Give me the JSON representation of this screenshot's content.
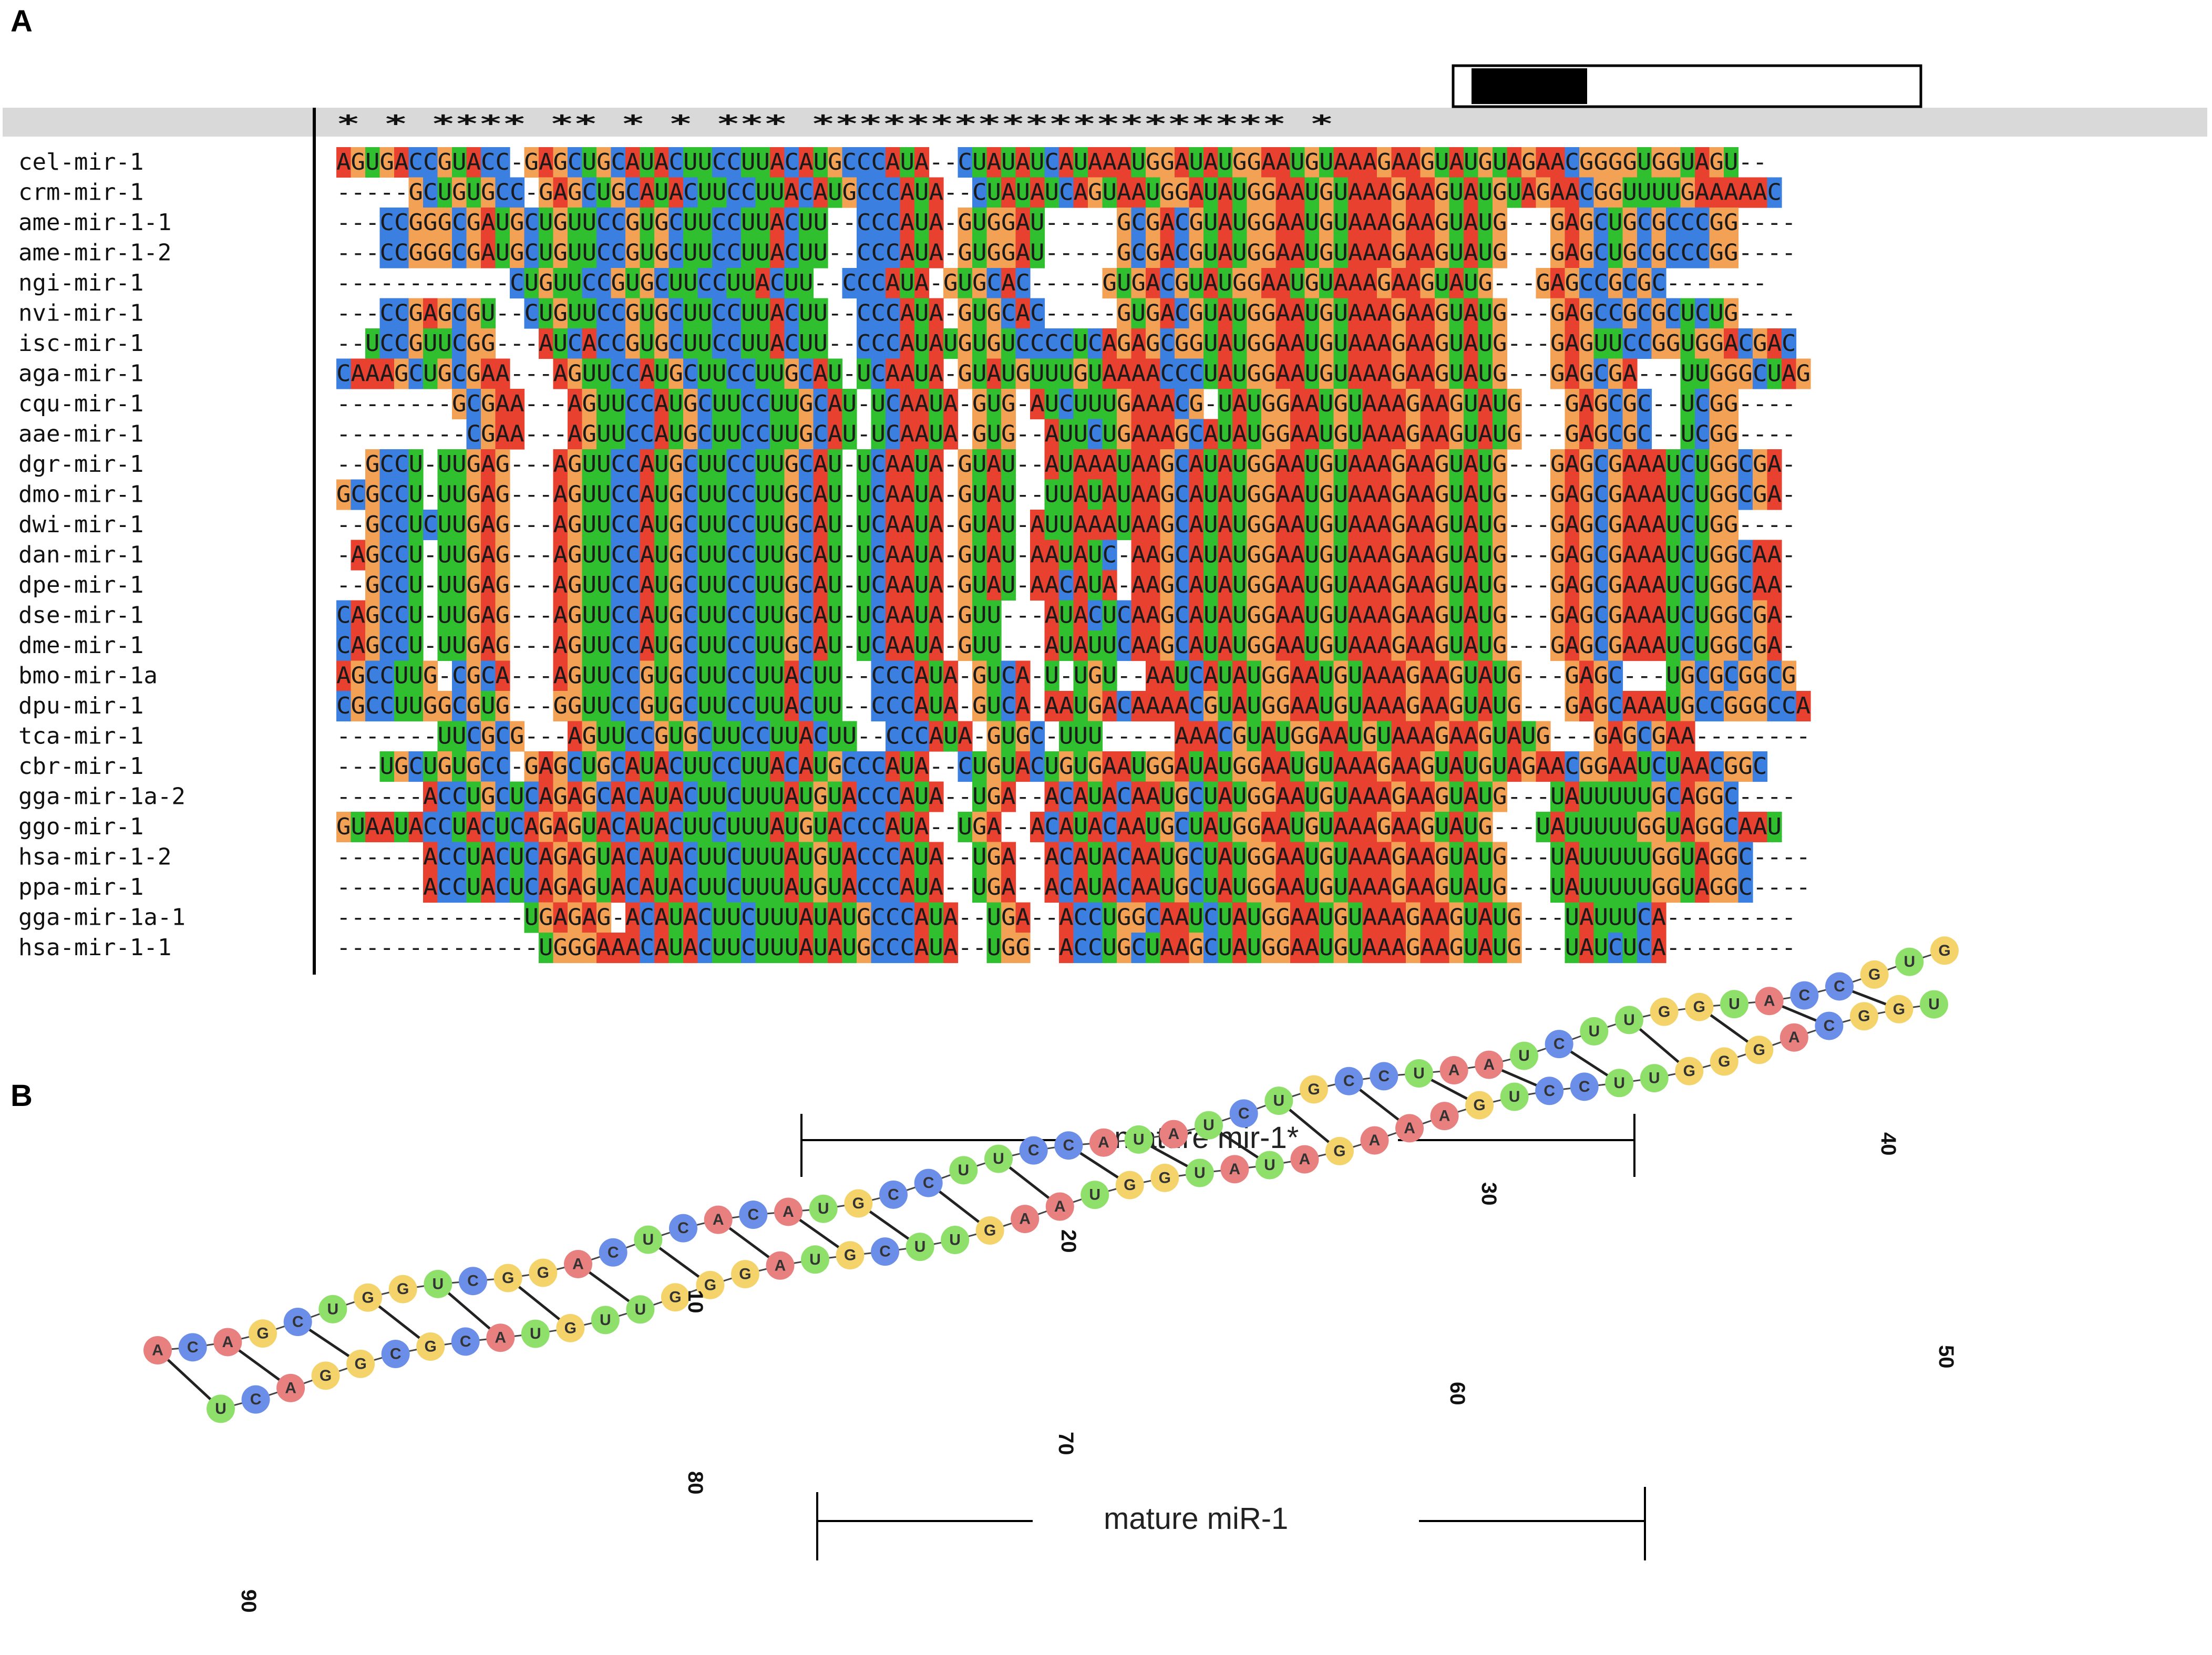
{
  "panel_a": {
    "label": "A",
    "conservation": "           * * **** **   *  * ***           ********************    *",
    "sequences": [
      {
        "name": "cel-mir-1",
        "seq": "AGUGACCGUACC-GAGCUGCAUACUUCCUUACAUGCCCAUA--CUAUAUCAUAAAUGGAUAUGGAAUGUAAAGAAGUAUGUAGAACGGGGUGGUAGU--"
      },
      {
        "name": "crm-mir-1",
        "seq": "-----GCUGUGCC-GAGCUGCAUACUUCCUUACAUGCCCAUA--CUAUAUCAGUAAUGGAUAUGGAAUGUAAAGAAGUAUGUAGAACGGUUUUGAAAAAC"
      },
      {
        "name": "ame-mir-1-1",
        "seq": "---CCGGGCGAUGCUGUUCCGUGCUUCCUUACUU--CCCAUA-GUGGAU-----GCGACGUAUGGAAUGUAAAGAAGUAUG---GAGCUGCGCCCGG----"
      },
      {
        "name": "ame-mir-1-2",
        "seq": "---CCGGGCGAUGCUGUUCCGUGCUUCCUUACUU--CCCAUA-GUGGAU-----GCGACGUAUGGAAUGUAAAGAAGUAUG---GAGCUGCGCCCGG----"
      },
      {
        "name": "ngi-mir-1",
        "seq": "------------CUGUUCCGUGCUUCCUUACUU--CCCAUA-GUGCAC-----GUGACGUAUGGAAUGUAAAGAAGUAUG---GAGCCGCGC-------"
      },
      {
        "name": "nvi-mir-1",
        "seq": "---CCGAGCGU--CUGUUCCGUGCUUCCUUACUU--CCCAUA-GUGCAC-----GUGACGUAUGGAAUGUAAAGAAGUAUG---GAGCCGCGCUCUG----"
      },
      {
        "name": "isc-mir-1",
        "seq": "--UCCGUUCGG---AUCACCGUGCUUCCUUACUU--CCCAUAUGUGUCCCCUCAGAGCGGUAUGGAAUGUAAAGAAGUAUG---GAGUUCCGGUGGACGAC"
      },
      {
        "name": "aga-mir-1",
        "seq": "CAAAGCUGCGAA---AGUUCCAUGCUUCCUUGCAU-UCAAUA-GUAUGUUUGUAAAACCCUAUGGAAUGUAAAGAAGUAUG---GAGCGA---UUGGGCUAG"
      },
      {
        "name": "cqu-mir-1",
        "seq": "--------GCGAA---AGUUCCAUGCUUCCUUGCAU-UCAAUA-GUG-AUCUUUGAAACG-UAUGGAAUGUAAAGAAGUAUG---GAGCGC--UCGG----"
      },
      {
        "name": "aae-mir-1",
        "seq": "---------CGAA---AGUUCCAUGCUUCCUUGCAU-UCAAUA-GUG--AUUCUGAAAGCAUAUGGAAUGUAAAGAAGUAUG---GAGCGC--UCGG----"
      },
      {
        "name": "dgr-mir-1",
        "seq": "--GCCU-UUGAG---AGUUCCAUGCUUCCUUGCAU-UCAAUA-GUAU--AUAAAUAAGCAUAUGGAAUGUAAAGAAGUAUG---GAGCGAAAUCUGGCGA-"
      },
      {
        "name": "dmo-mir-1",
        "seq": "GCGCCU-UUGAG---AGUUCCAUGCUUCCUUGCAU-UCAAUA-GUAU--UUAUAUAAGCAUAUGGAAUGUAAAGAAGUAUG---GAGCGAAAUCUGGCGA-"
      },
      {
        "name": "dwi-mir-1",
        "seq": "--GCCUCUUGAG---AGUUCCAUGCUUCCUUGCAU-UCAAUA-GUAU-AUUAAAUAAGCAUAUGGAAUGUAAAGAAGUAUG---GAGCGAAAUCUGG----"
      },
      {
        "name": "dan-mir-1",
        "seq": "-AGCCU-UUGAG---AGUUCCAUGCUUCCUUGCAU-UCAAUA-GUAU-AAUAUC-AAGCAUAUGGAAUGUAAAGAAGUAUG---GAGCGAAAUCUGGCAA-"
      },
      {
        "name": "dpe-mir-1",
        "seq": "--GCCU-UUGAG---AGUUCCAUGCUUCCUUGCAU-UCAAUA-GUAU-AACAUA-AAGCAUAUGGAAUGUAAAGAAGUAUG---GAGCGAAAUCUGGCAA-"
      },
      {
        "name": "dse-mir-1",
        "seq": "CAGCCU-UUGAG---AGUUCCAUGCUUCCUUGCAU-UCAAUA-GUU---AUACUCAAGCAUAUGGAAUGUAAAGAAGUAUG---GAGCGAAAUCUGGCGA-"
      },
      {
        "name": "dme-mir-1",
        "seq": "CAGCCU-UUGAG---AGUUCCAUGCUUCCUUGCAU-UCAAUA-GUU---AUAUUCAAGCAUAUGGAAUGUAAAGAAGUAUG---GAGCGAAAUCUGGCGA-"
      },
      {
        "name": "bmo-mir-1a",
        "seq": "AGCCUUG-CGCA---AGUUCCGUGCUUCCUUACUU--CCCAUA-GUCA-U-UGU--AAUCAUAUGGAAUGUAAAGAAGUAUG---GAGC---UGCGCGGCG"
      },
      {
        "name": "dpu-mir-1",
        "seq": "CGCCUUGGCGUG---GGUUCCGUGCUUCCUUACUU--CCCAUA-GUCA-AAUGACAAAACGUAUGGAAUGUAAAGAAGUAUG---GAGCAAAUGCCGGGCCA"
      },
      {
        "name": "tca-mir-1",
        "seq": "-------UUCGCG---AGUUCCGUGCUUCCUUACUU--CCCAUA-GUGC-UUU-----AAACGUAUGGAAUGUAAAGAAGUAUG---GAGCGAA--------"
      },
      {
        "name": "cbr-mir-1",
        "seq": "---UGCUGUGCC-GAGCUGCAUACUUCCUUACAUGCCCAUA--CUGUACUGUGAAUGGAUAUGGAAUGUAAAGAAGUAUGUAGAACGGAAUCUAACGGC"
      },
      {
        "name": "gga-mir-1a-2",
        "seq": "------ACCUGCUCAGAGCACAUACUUCUUUAUGUACCCAUA--UGA--ACAUACAAUGCUAUGGAAUGUAAAGAAGUAUG---UAUUUUUGCAGGC----"
      },
      {
        "name": "ggo-mir-1",
        "seq": "GUAAUACCUACUCAGAGUACAUACUUCUUUAUGUACCCAUA--UGA--ACAUACAAUGCUAUGGAAUGUAAAGAAGUAUG---UAUUUUUGGUAGGCAAU"
      },
      {
        "name": "hsa-mir-1-2",
        "seq": "------ACCUACUCAGAGUACAUACUUCUUUAUGUACCCAUA--UGA--ACAUACAAUGCUAUGGAAUGUAAAGAAGUAUG---UAUUUUUGGUAGGC----"
      },
      {
        "name": "ppa-mir-1",
        "seq": "------ACCUACUCAGAGUACAUACUUCUUUAUGUACCCAUA--UGA--ACAUACAAUGCUAUGGAAUGUAAAGAAGUAUG---UAUUUUUGGUAGGC----"
      },
      {
        "name": "gga-mir-1a-1",
        "seq": "-------------UGAGAG-ACAUACUUCUUUAUAUGCCCAUA--UGA--ACCUGGCAAUCUAUGGAAUGUAAAGAAGUAUG---UAUUUCA---------"
      },
      {
        "name": "hsa-mir-1-1",
        "seq": "--------------UGGGAAACAUACUUCUUUAUAUGCCCAUA--UGG--ACCUGCUAAGCUAUGGAAUGUAAAGAAGUAUG---UAUCUCA---------"
      }
    ]
  },
  "panel_b": {
    "label": "B",
    "mature_star_label": "mature mir-1*",
    "mature_label": "mature miR-1",
    "position_labels": [
      "10",
      "20",
      "30",
      "40",
      "50",
      "60",
      "70",
      "80",
      "90"
    ],
    "hairpin_5p": "ACAGCUGGUCGGACUCACAUGCCUUCCAUAUCUGCCUAAUCUUGGUACCGUG",
    "hairpin_3p": "UCAGGCGCAUGUUGGGAUGCUUGAAUGGUAUAGAAAGUCCUUGGGACGGU"
  },
  "colors": {
    "A": "#e8412f",
    "C": "#3b7fe0",
    "G": "#f2a155",
    "U": "#2fbf2f",
    "gap": "#ffffff",
    "header_bar": "#d9d9d9",
    "A_light": "#e88080",
    "C_light": "#6b8fe8",
    "G_light": "#f4d46a",
    "U_light": "#8ee06a"
  }
}
